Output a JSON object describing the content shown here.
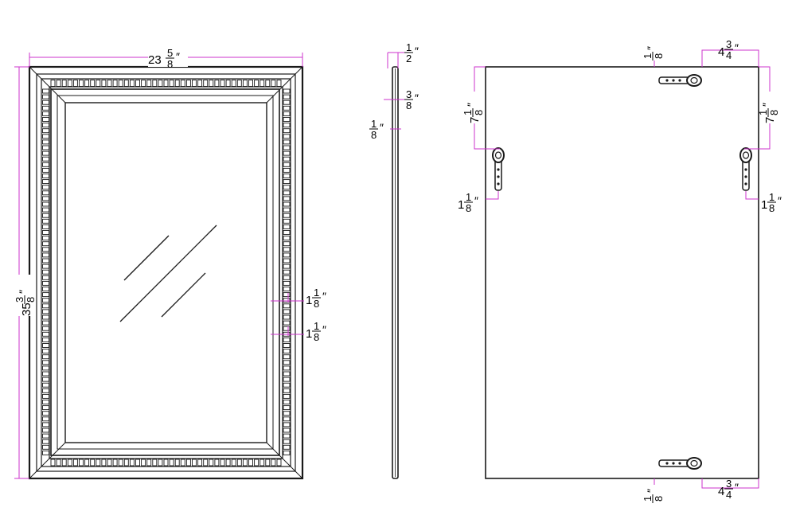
{
  "colors": {
    "outline": "#1a1a1a",
    "dimension": "#cc33cc",
    "background": "#ffffff"
  },
  "front_view": {
    "width": {
      "whole": "23",
      "num": "5",
      "den": "8",
      "unit": "″"
    },
    "height": {
      "whole": "35",
      "num": "3",
      "den": "8",
      "unit": "″"
    },
    "outer_frame": {
      "whole": "1",
      "num": "1",
      "den": "8",
      "unit": "″"
    },
    "inner_frame": {
      "whole": "1",
      "num": "1",
      "den": "8",
      "unit": "″"
    }
  },
  "side_view": {
    "top_depth": {
      "whole": "",
      "num": "1",
      "den": "2",
      "unit": "″"
    },
    "mid_depth": {
      "whole": "",
      "num": "3",
      "den": "8",
      "unit": "″"
    },
    "glass_depth": {
      "whole": "",
      "num": "1",
      "den": "8",
      "unit": "″"
    }
  },
  "back_view": {
    "top_offset": {
      "whole": "",
      "num": "1",
      "den": "8",
      "unit": "″"
    },
    "top_right_offset": {
      "whole": "4",
      "num": "3",
      "den": "4",
      "unit": "″"
    },
    "left_top": {
      "whole": "7",
      "num": "1",
      "den": "8",
      "unit": "″"
    },
    "right_top": {
      "whole": "7",
      "num": "1",
      "den": "8",
      "unit": "″"
    },
    "left_hanger": {
      "whole": "1",
      "num": "1",
      "den": "8",
      "unit": "″"
    },
    "right_hanger": {
      "whole": "1",
      "num": "1",
      "den": "8",
      "unit": "″"
    },
    "bottom_offset": {
      "whole": "",
      "num": "1",
      "den": "8",
      "unit": "″"
    },
    "bottom_right_offset": {
      "whole": "4",
      "num": "3",
      "den": "4",
      "unit": "″"
    }
  },
  "icons": [
    "d-ring-hanger-icon",
    "glass-reflection-icon"
  ]
}
